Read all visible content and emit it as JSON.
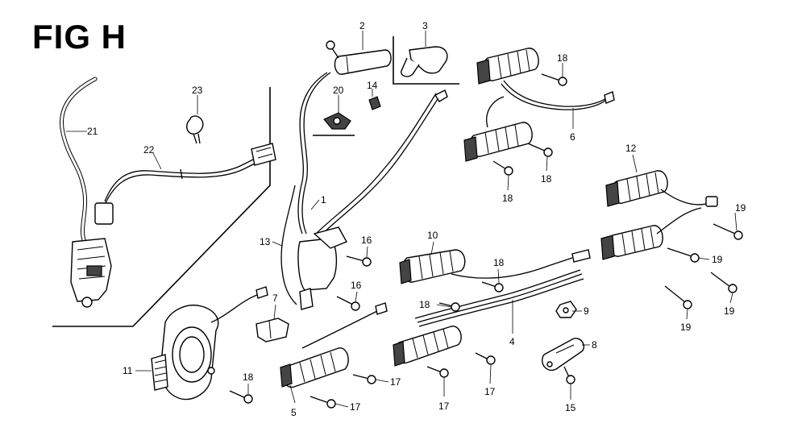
{
  "figure": {
    "title": "FIG H",
    "callouts": [
      "1",
      "2",
      "3",
      "4",
      "5",
      "6",
      "7",
      "8",
      "9",
      "10",
      "11",
      "12",
      "13",
      "14",
      "15",
      "16",
      "17",
      "18",
      "19",
      "20",
      "21",
      "22",
      "23"
    ],
    "callout_labels": {
      "c21": "21",
      "c22": "22",
      "c23": "23",
      "c2": "2",
      "c3": "3",
      "c20": "20",
      "c14": "14",
      "c18a": "18",
      "c6": "6",
      "c18b": "18",
      "c18c": "18",
      "c12": "12",
      "c19a": "19",
      "c19b": "19",
      "c19c": "19",
      "c19d": "19",
      "c1": "1",
      "c13": "13",
      "c16a": "16",
      "c16b": "16",
      "c10": "10",
      "c18d": "18",
      "c18e": "18",
      "c9": "9",
      "c7": "7",
      "c11": "11",
      "c18f": "18",
      "c5": "5",
      "c17a": "17",
      "c17b": "17",
      "c17c": "17",
      "c17d": "17",
      "c4": "4",
      "c8": "8",
      "c15": "15"
    }
  }
}
